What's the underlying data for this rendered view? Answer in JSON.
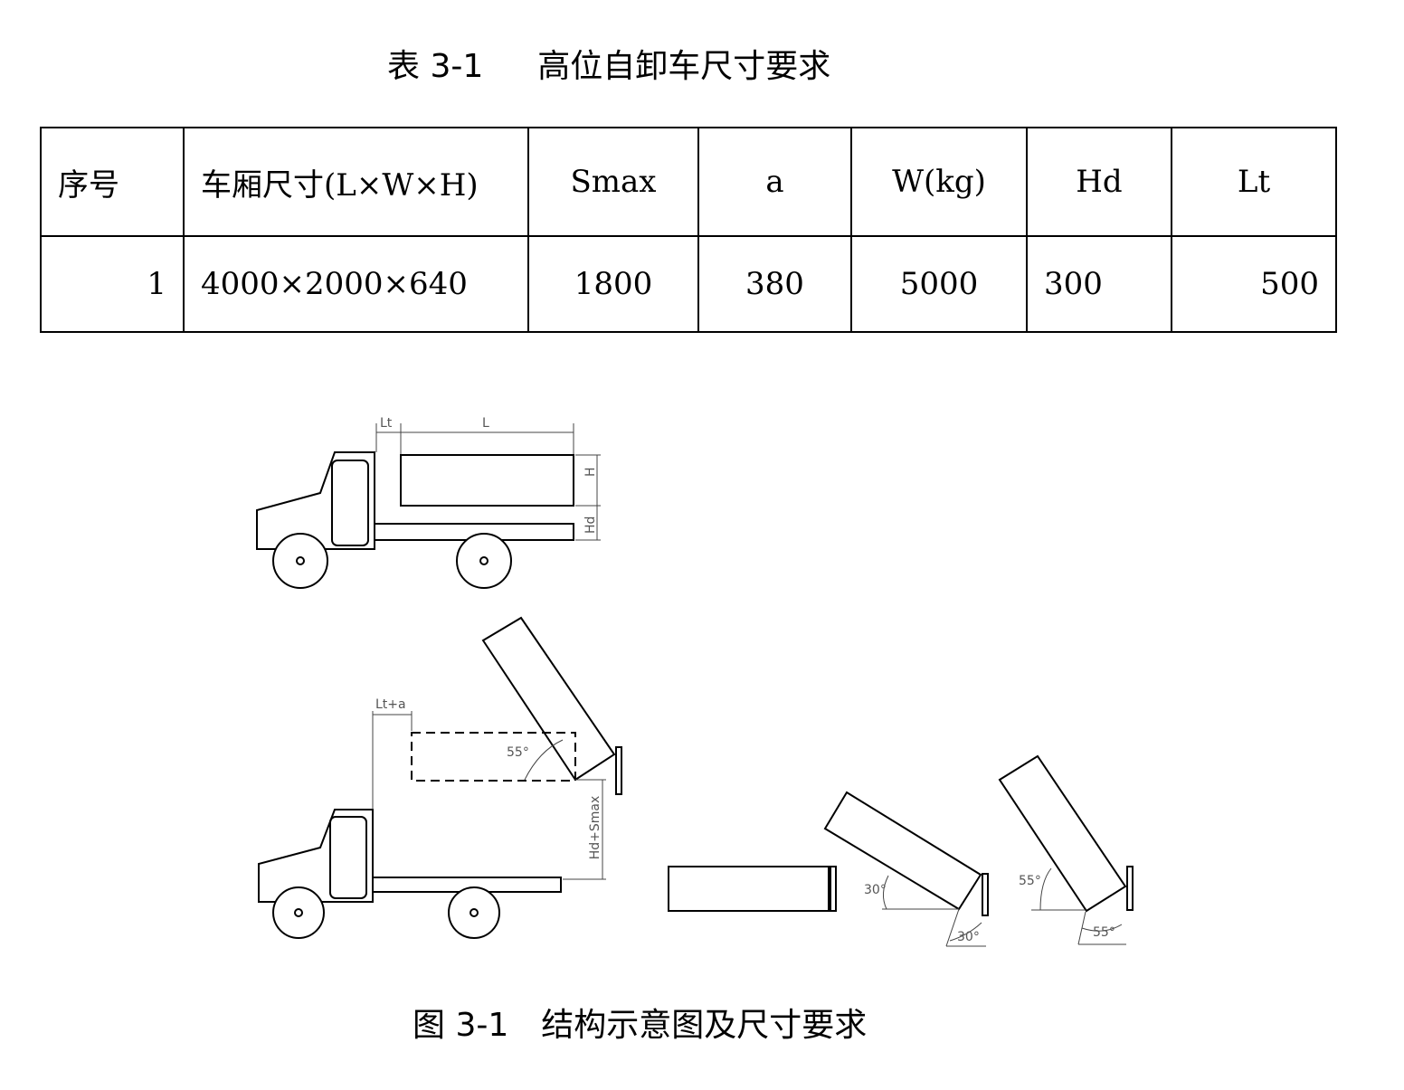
{
  "table_caption": {
    "number": "表 3-1",
    "title": "高位自卸车尺寸要求"
  },
  "table": {
    "headers": [
      "序号",
      "车厢尺寸(L×W×H)",
      "Smax",
      "a",
      "W(kg)",
      "Hd",
      "Lt"
    ],
    "rows": [
      [
        "1",
        "4000×2000×640",
        "1800",
        "380",
        "5000",
        "300",
        "500"
      ]
    ]
  },
  "figure_caption": {
    "number": "图 3-1",
    "title": "结构示意图及尺寸要求"
  },
  "figure_labels": {
    "lt": "Lt",
    "l": "L",
    "h": "H",
    "hd": "Hd",
    "lt_plus_a": "Lt+a",
    "hd_plus_smax": "Hd+Smax",
    "angle_55_a": "55°",
    "angle_30_a": "30°",
    "angle_30_b": "30°",
    "angle_55_b": "55°",
    "angle_55_c": "55°"
  }
}
